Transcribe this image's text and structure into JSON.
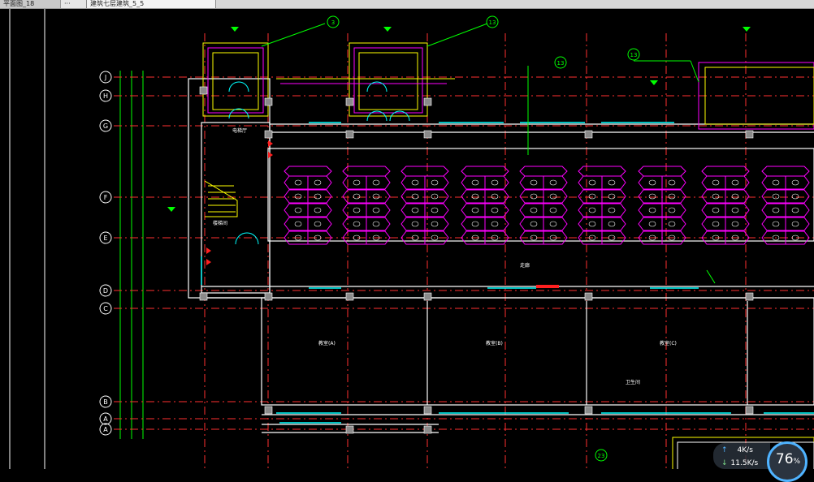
{
  "tabs": [
    {
      "label": "平面图_18"
    },
    {
      "label": "···"
    },
    {
      "label": "建筑七层建筑_5_5"
    }
  ],
  "grid_axis_labels": [
    "J",
    "H",
    "G",
    "F",
    "E",
    "D",
    "C",
    "B",
    "A",
    "A"
  ],
  "room_labels": [
    "楼梯间",
    "电梯厅",
    "教室(A)",
    "教室(B)",
    "教室(C)",
    "走廊",
    "卫生间"
  ],
  "drawing_annotations": [
    "3",
    "13",
    "13",
    "13",
    "23"
  ],
  "network": {
    "upload": "4K/s",
    "download": "11.5K/s",
    "load_percent": "76",
    "percent_sign": "%"
  },
  "colors": {
    "background": "#000000",
    "grid_line": "#ff3030",
    "axis_line": "#00ff00",
    "wall": "#ffffff",
    "window": "#00ffff",
    "furniture": "#ff00ff",
    "stair": "#ffff00"
  }
}
